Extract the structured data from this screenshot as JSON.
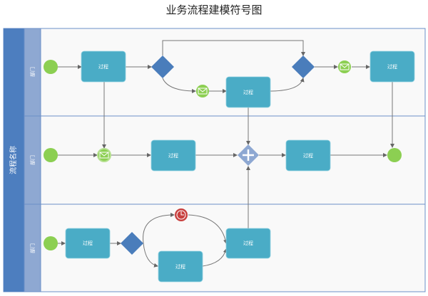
{
  "title": "业务流程建模符号图",
  "pool": {
    "name": "流程名称"
  },
  "lanes": [
    {
      "label": "部门"
    },
    {
      "label": "部门"
    },
    {
      "label": "部门"
    }
  ],
  "tasks": [
    {
      "label": "过程"
    },
    {
      "label": "过程"
    },
    {
      "label": "过程"
    },
    {
      "label": "过程"
    },
    {
      "label": "过程"
    },
    {
      "label": "过程"
    },
    {
      "label": "过程"
    },
    {
      "label": "过程"
    }
  ],
  "colors": {
    "pool": "#4d7ebf",
    "lane_header": "#8ea8d2",
    "task": "#4aacc6",
    "gateway": "#4a7dbb",
    "event": "#8ccf52",
    "timer": "#c8413f",
    "parallel": "#8ea8d2"
  }
}
